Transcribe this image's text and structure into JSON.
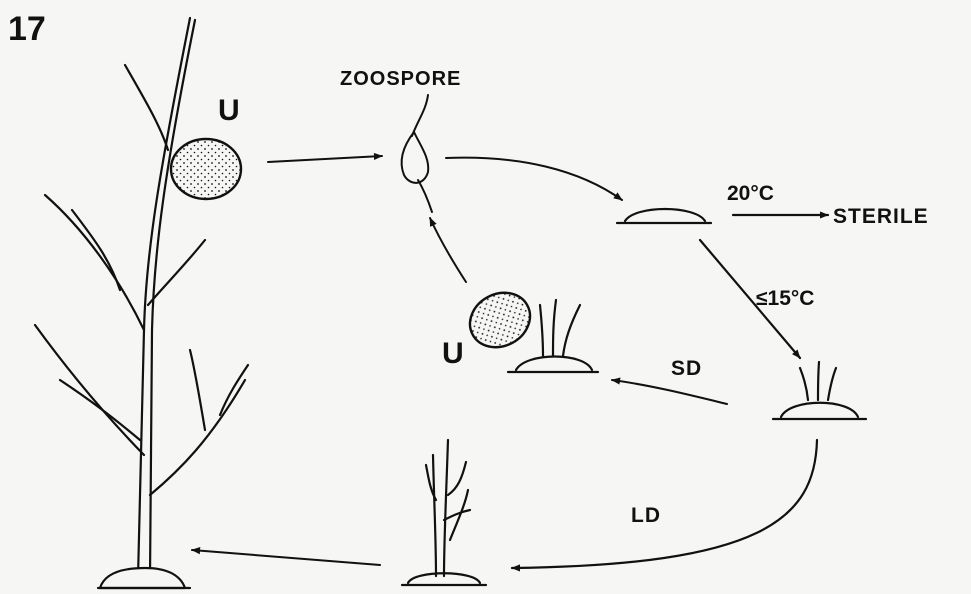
{
  "figure_number": "17",
  "labels": {
    "zoospore": "ZOOSPORE",
    "u_top": "U",
    "u_mid": "U",
    "temp_warm": "20°C",
    "temp_cool": "≤15°C",
    "sterile": "STERILE",
    "short_day": "SD",
    "long_day": "LD"
  },
  "colors": {
    "ink": "#111111",
    "paper": "#f6f6f4"
  }
}
